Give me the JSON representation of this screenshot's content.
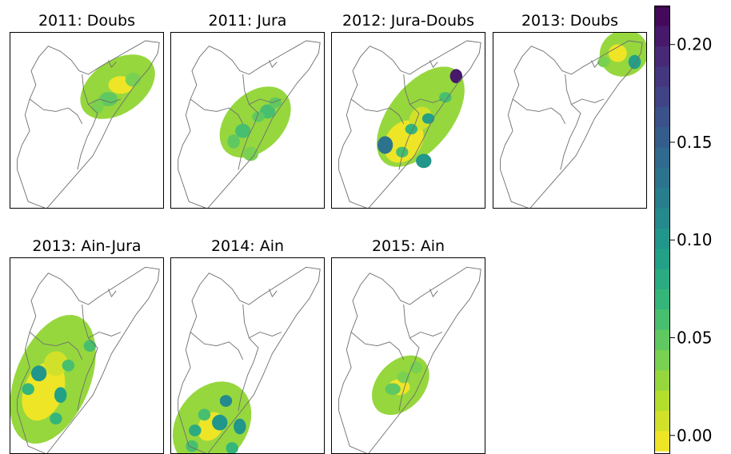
{
  "chart_data": {
    "type": "heatmap",
    "layout": "small-multiples grid, 2 rows of map panels, shared vertical colorbar on the right",
    "panels": [
      {
        "title": "2011: Doubs",
        "spots": [
          {
            "x": 0.7,
            "y": 0.31,
            "rx": 0.27,
            "ry": 0.15,
            "rot": -35,
            "v": 0.025
          },
          {
            "x": 0.72,
            "y": 0.3,
            "rx": 0.08,
            "ry": 0.05,
            "rot": 0,
            "v": 0.0
          },
          {
            "x": 0.64,
            "y": 0.38,
            "rx": 0.06,
            "ry": 0.04,
            "rot": 0,
            "v": 0.045
          },
          {
            "x": 0.8,
            "y": 0.27,
            "rx": 0.05,
            "ry": 0.04,
            "rot": 0,
            "v": 0.035
          },
          {
            "x": 0.57,
            "y": 0.42,
            "rx": 0.04,
            "ry": 0.04,
            "rot": 0,
            "v": 0.04
          }
        ]
      },
      {
        "title": "2011: Jura",
        "spots": [
          {
            "x": 0.55,
            "y": 0.51,
            "rx": 0.27,
            "ry": 0.16,
            "rot": -45,
            "v": 0.025
          },
          {
            "x": 0.47,
            "y": 0.56,
            "rx": 0.05,
            "ry": 0.04,
            "rot": 0,
            "v": 0.06
          },
          {
            "x": 0.63,
            "y": 0.45,
            "rx": 0.05,
            "ry": 0.04,
            "rot": 0,
            "v": 0.06
          },
          {
            "x": 0.57,
            "y": 0.48,
            "rx": 0.04,
            "ry": 0.03,
            "rot": 0,
            "v": 0.05
          },
          {
            "x": 0.41,
            "y": 0.62,
            "rx": 0.04,
            "ry": 0.04,
            "rot": 0,
            "v": 0.045
          },
          {
            "x": 0.68,
            "y": 0.4,
            "rx": 0.04,
            "ry": 0.03,
            "rot": 0,
            "v": 0.045
          },
          {
            "x": 0.52,
            "y": 0.69,
            "rx": 0.05,
            "ry": 0.04,
            "rot": 0,
            "v": 0.04
          }
        ]
      },
      {
        "title": "2012: Jura-Doubs",
        "spots": [
          {
            "x": 0.58,
            "y": 0.48,
            "rx": 0.38,
            "ry": 0.18,
            "rot": -52,
            "v": 0.025
          },
          {
            "x": 0.47,
            "y": 0.62,
            "rx": 0.15,
            "ry": 0.1,
            "rot": -52,
            "v": 0.0
          },
          {
            "x": 0.58,
            "y": 0.49,
            "rx": 0.08,
            "ry": 0.06,
            "rot": -52,
            "v": 0.01
          },
          {
            "x": 0.35,
            "y": 0.64,
            "rx": 0.05,
            "ry": 0.05,
            "rot": 0,
            "v": 0.13
          },
          {
            "x": 0.6,
            "y": 0.73,
            "rx": 0.05,
            "ry": 0.04,
            "rot": 0,
            "v": 0.1
          },
          {
            "x": 0.81,
            "y": 0.25,
            "rx": 0.04,
            "ry": 0.04,
            "rot": 0,
            "v": 0.2
          },
          {
            "x": 0.63,
            "y": 0.49,
            "rx": 0.04,
            "ry": 0.03,
            "rot": 0,
            "v": 0.09
          },
          {
            "x": 0.52,
            "y": 0.55,
            "rx": 0.04,
            "ry": 0.03,
            "rot": 0,
            "v": 0.07
          },
          {
            "x": 0.46,
            "y": 0.68,
            "rx": 0.04,
            "ry": 0.03,
            "rot": 0,
            "v": 0.06
          },
          {
            "x": 0.74,
            "y": 0.37,
            "rx": 0.04,
            "ry": 0.03,
            "rot": 0,
            "v": 0.06
          }
        ]
      },
      {
        "title": "2013: Doubs",
        "spots": [
          {
            "x": 0.85,
            "y": 0.12,
            "rx": 0.16,
            "ry": 0.13,
            "rot": -30,
            "v": 0.025
          },
          {
            "x": 0.81,
            "y": 0.12,
            "rx": 0.06,
            "ry": 0.05,
            "rot": 0,
            "v": 0.0
          },
          {
            "x": 0.92,
            "y": 0.17,
            "rx": 0.04,
            "ry": 0.04,
            "rot": 0,
            "v": 0.09
          },
          {
            "x": 0.72,
            "y": 0.17,
            "rx": 0.04,
            "ry": 0.03,
            "rot": 0,
            "v": 0.04
          }
        ]
      },
      {
        "title": "2013: Ain-Jura",
        "spots": [
          {
            "x": 0.28,
            "y": 0.62,
            "rx": 0.44,
            "ry": 0.19,
            "rot": -68,
            "v": 0.025
          },
          {
            "x": 0.22,
            "y": 0.68,
            "rx": 0.2,
            "ry": 0.1,
            "rot": -68,
            "v": 0.0
          },
          {
            "x": 0.3,
            "y": 0.54,
            "rx": 0.08,
            "ry": 0.06,
            "rot": -68,
            "v": 0.01
          },
          {
            "x": 0.19,
            "y": 0.59,
            "rx": 0.05,
            "ry": 0.04,
            "rot": 0,
            "v": 0.1
          },
          {
            "x": 0.33,
            "y": 0.7,
            "rx": 0.04,
            "ry": 0.04,
            "rot": 0,
            "v": 0.09
          },
          {
            "x": 0.12,
            "y": 0.67,
            "rx": 0.04,
            "ry": 0.03,
            "rot": 0,
            "v": 0.07
          },
          {
            "x": 0.52,
            "y": 0.45,
            "rx": 0.04,
            "ry": 0.03,
            "rot": 0,
            "v": 0.06
          },
          {
            "x": 0.38,
            "y": 0.55,
            "rx": 0.04,
            "ry": 0.03,
            "rot": 0,
            "v": 0.06
          },
          {
            "x": 0.3,
            "y": 0.82,
            "rx": 0.04,
            "ry": 0.03,
            "rot": 0,
            "v": 0.07
          }
        ]
      },
      {
        "title": "2014: Ain",
        "spots": [
          {
            "x": 0.27,
            "y": 0.85,
            "rx": 0.3,
            "ry": 0.18,
            "rot": -55,
            "v": 0.025
          },
          {
            "x": 0.26,
            "y": 0.86,
            "rx": 0.1,
            "ry": 0.06,
            "rot": -55,
            "v": 0.0
          },
          {
            "x": 0.32,
            "y": 0.84,
            "rx": 0.05,
            "ry": 0.04,
            "rot": 0,
            "v": 0.1
          },
          {
            "x": 0.45,
            "y": 0.86,
            "rx": 0.04,
            "ry": 0.04,
            "rot": 0,
            "v": 0.1
          },
          {
            "x": 0.36,
            "y": 0.73,
            "rx": 0.04,
            "ry": 0.03,
            "rot": 0,
            "v": 0.11
          },
          {
            "x": 0.16,
            "y": 0.88,
            "rx": 0.04,
            "ry": 0.03,
            "rot": 0,
            "v": 0.08
          },
          {
            "x": 0.4,
            "y": 0.97,
            "rx": 0.04,
            "ry": 0.03,
            "rot": 0,
            "v": 0.07
          },
          {
            "x": 0.22,
            "y": 0.8,
            "rx": 0.04,
            "ry": 0.03,
            "rot": 0,
            "v": 0.06
          },
          {
            "x": 0.14,
            "y": 0.96,
            "rx": 0.04,
            "ry": 0.03,
            "rot": 0,
            "v": 0.06
          }
        ]
      },
      {
        "title": "2015: Ain",
        "spots": [
          {
            "x": 0.45,
            "y": 0.65,
            "rx": 0.22,
            "ry": 0.12,
            "rot": -48,
            "v": 0.025
          },
          {
            "x": 0.44,
            "y": 0.66,
            "rx": 0.07,
            "ry": 0.04,
            "rot": 0,
            "v": 0.0
          },
          {
            "x": 0.4,
            "y": 0.67,
            "rx": 0.05,
            "ry": 0.03,
            "rot": 0,
            "v": 0.045
          },
          {
            "x": 0.47,
            "y": 0.61,
            "rx": 0.04,
            "ry": 0.03,
            "rot": 0,
            "v": 0.04
          },
          {
            "x": 0.55,
            "y": 0.56,
            "rx": 0.04,
            "ry": 0.03,
            "rot": 0,
            "v": 0.035
          }
        ]
      }
    ],
    "colorbar": {
      "ticks": [
        0.0,
        0.05,
        0.1,
        0.15,
        0.2
      ],
      "tick_labels": [
        "0.00",
        "0.05",
        "0.10",
        "0.15",
        "0.20"
      ],
      "min": -0.008,
      "max": 0.22,
      "levels": 22,
      "colormap": "viridis (reversed)",
      "colors": [
        "#fde725",
        "#b5de2b",
        "#6ece58",
        "#35b779",
        "#1f9e89",
        "#26828e",
        "#31688e",
        "#3e4989",
        "#482878",
        "#440154"
      ]
    },
    "style": {
      "border_color": "#6e6e6e",
      "frame_color": "#000000"
    }
  }
}
